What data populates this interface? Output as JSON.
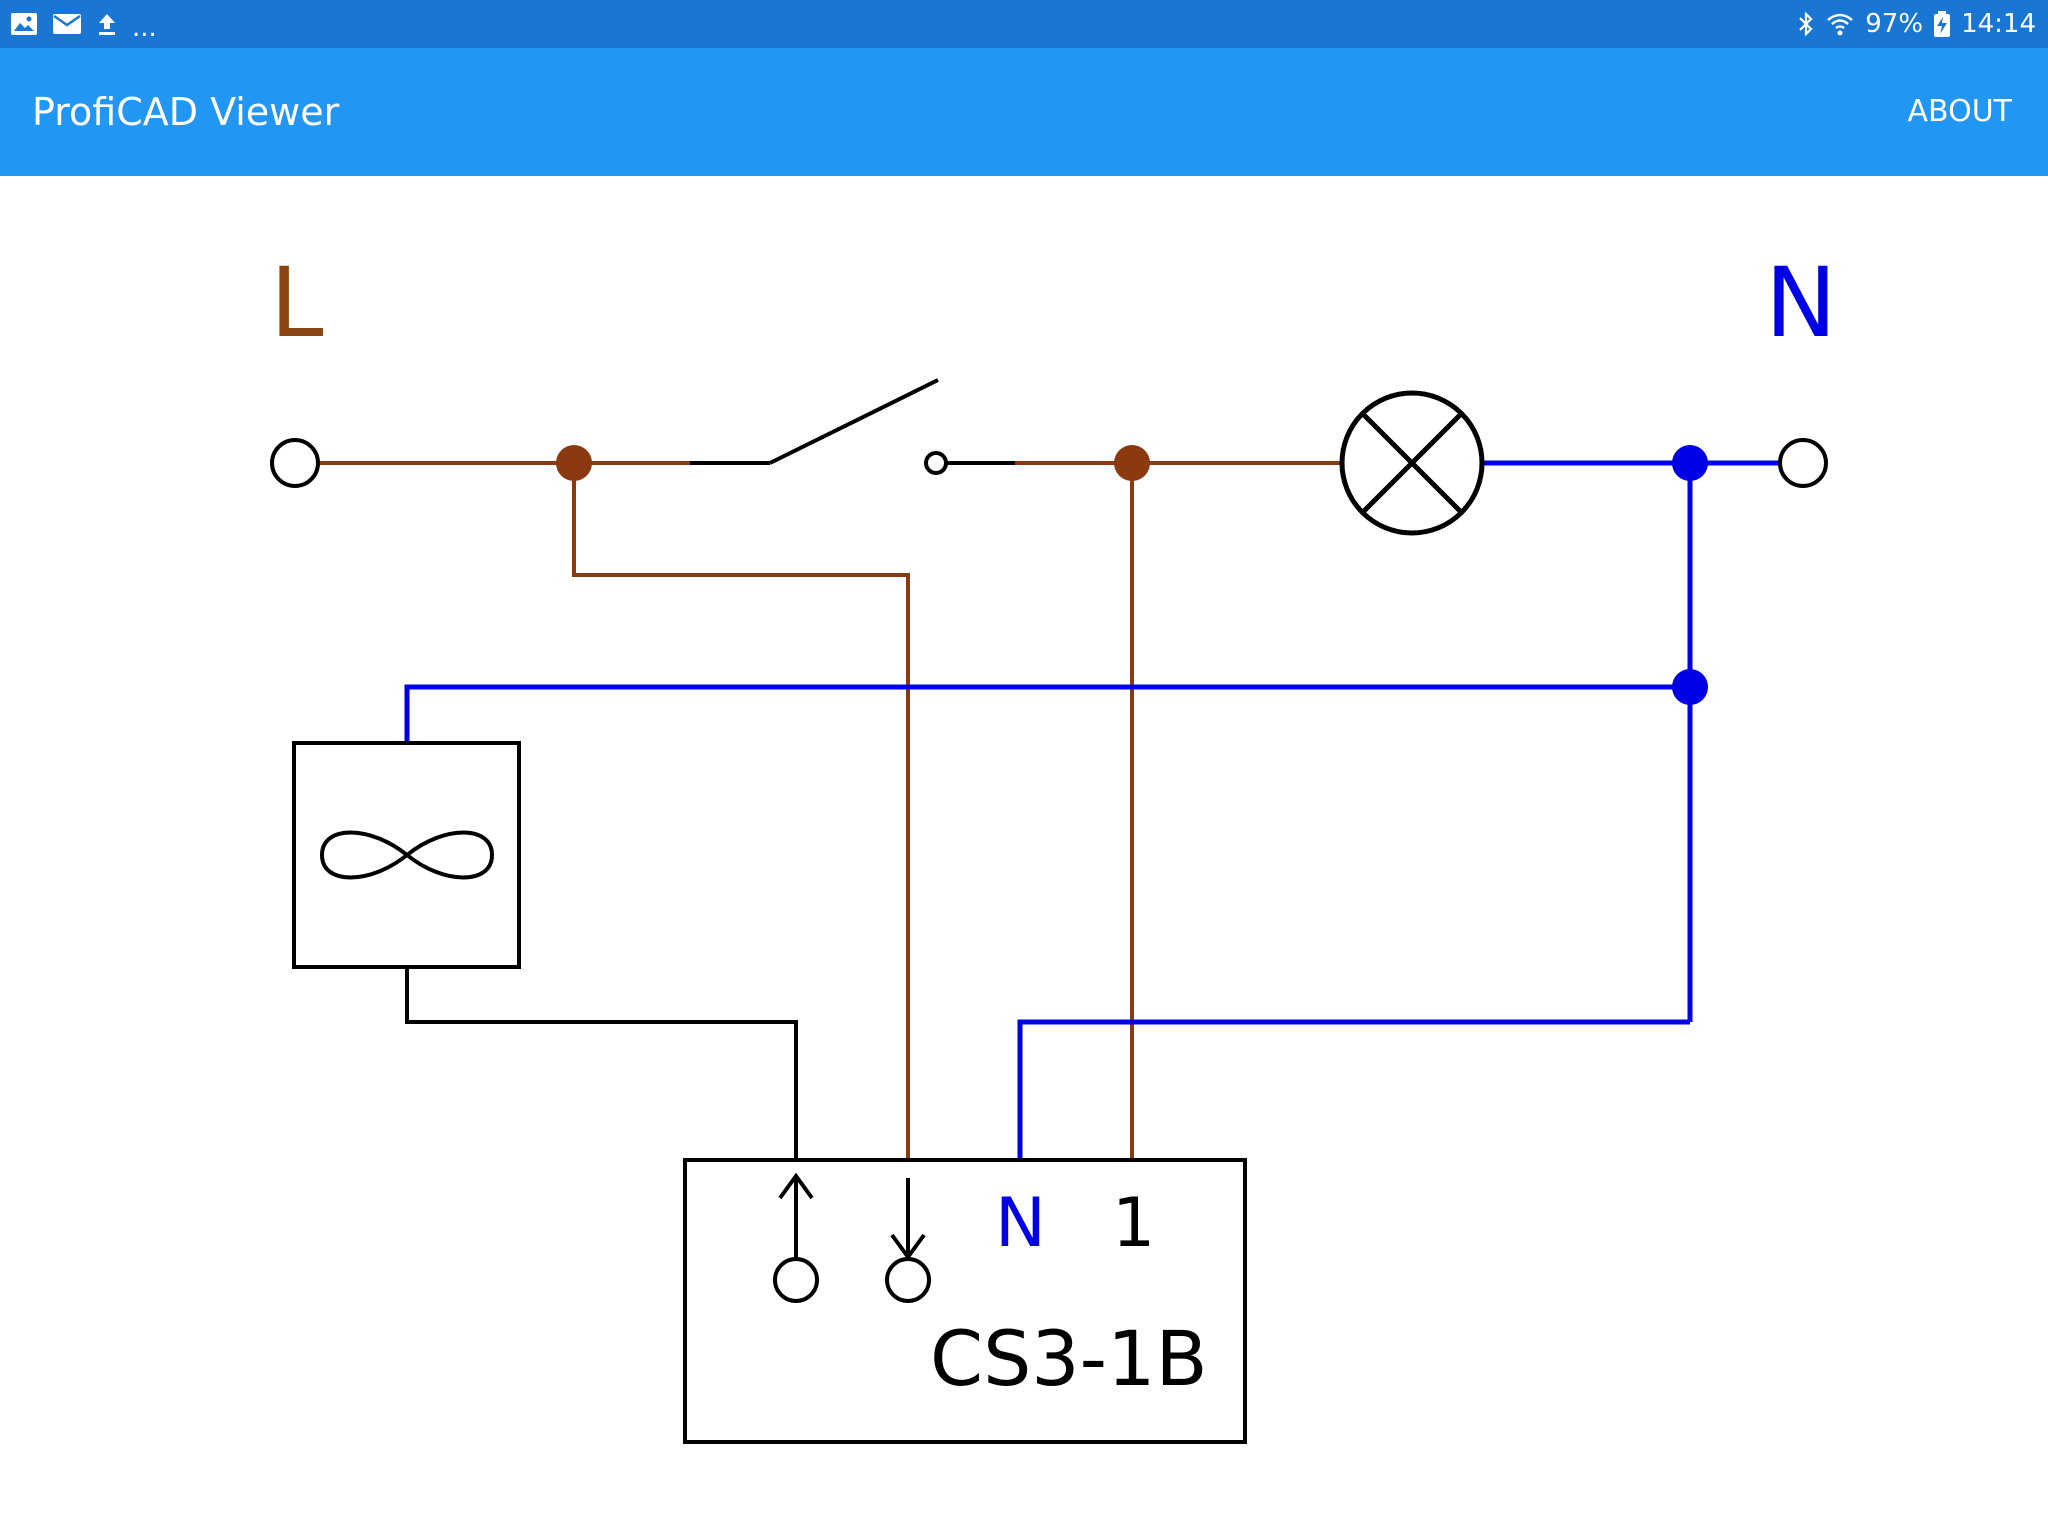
{
  "status_bar": {
    "left_icons": [
      "image-icon",
      "mail-icon",
      "upload-icon"
    ],
    "overflow": "...",
    "battery_percent": "97%",
    "time": "14:14",
    "right_icons": [
      "bluetooth-icon",
      "wifi-icon",
      "battery-charging-icon"
    ]
  },
  "app_bar": {
    "title": "ProfiCAD Viewer",
    "about_label": "ABOUT"
  },
  "schematic": {
    "label_line": "L",
    "label_neutral": "N",
    "module_name": "CS3-1B",
    "module_pin_n": "N",
    "module_pin_1": "1",
    "colors": {
      "phase_wire": "#8B3A0F",
      "neutral_wire": "#0000E6",
      "control_wire": "#000000",
      "phase_label": "#8B4513",
      "neutral_label": "#0000E6"
    }
  }
}
